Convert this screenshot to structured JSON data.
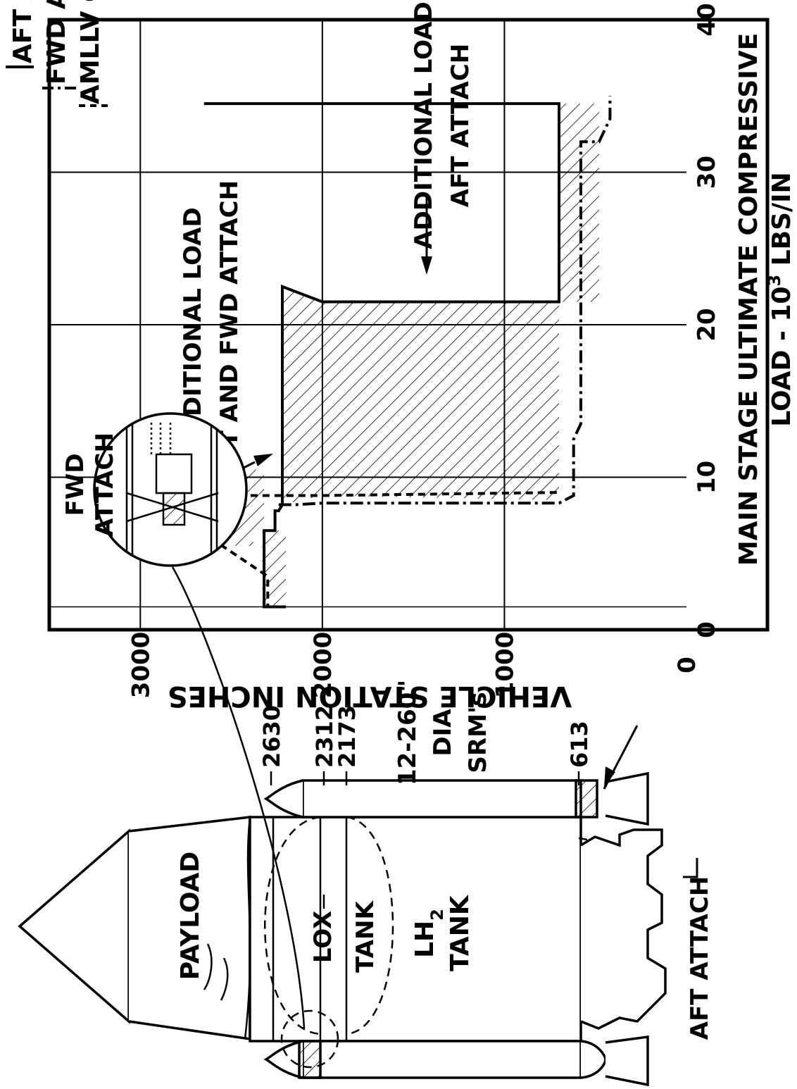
{
  "colors": {
    "ink": "#000000",
    "paper": "#ffffff"
  },
  "legend": {
    "aft": "AFT ATTACHMENT",
    "fwd": "FWD ATTACHMENT",
    "core": "AMLLV CORE"
  },
  "annotations": {
    "add_both_1": "ADDITIONAL LOAD",
    "add_both_2": "AFT AND FWD ATTACH",
    "add_aft_1": "ADDITIONAL LOAD",
    "add_aft_2": "AFT ATTACH"
  },
  "vehicle": {
    "payload": "PAYLOAD",
    "lox": "LOX",
    "tank": "TANK",
    "lh2_main": "LH",
    "lh2_sub": "2",
    "lh2_tank": "TANK",
    "srm_1": "12-260\"",
    "srm_2": "DIA",
    "srm_3": "SRM's",
    "aft_attach": "AFT ATTACH",
    "fwd_attach_1": "FWD",
    "fwd_attach_2": "ATTACH",
    "stations": [
      "2630",
      "2312",
      "2173",
      "613"
    ]
  },
  "chart_data": {
    "type": "line",
    "orientation": "rotated-90",
    "xlabel_1": "MAIN STAGE ULTIMATE COMPRESSIVE",
    "xlabel_2_pre": "LOAD - 10",
    "xlabel_2_sup": "3",
    "xlabel_2_post": " LBS/IN",
    "ylabel": "VEHICLE STATION INCHES",
    "xlim": [
      0,
      40
    ],
    "ylim": [
      0,
      3500
    ],
    "x_ticks": [
      "0",
      "10",
      "20",
      "30",
      "40"
    ],
    "y_ticks": [
      "0",
      "1000",
      "2000",
      "3000"
    ],
    "grid": true,
    "series": [
      {
        "name": "AFT ATTACHMENT",
        "style": "solid",
        "points": [
          [
            1.5,
            2200
          ],
          [
            1.5,
            2320
          ],
          [
            6.5,
            2320
          ],
          [
            6.5,
            2260
          ],
          [
            7.8,
            2260
          ],
          [
            7.8,
            2240
          ],
          [
            8.2,
            2220
          ],
          [
            22.5,
            2220
          ],
          [
            21.5,
            2000
          ],
          [
            21.5,
            700
          ],
          [
            34.5,
            700
          ],
          [
            34.5,
            2650
          ]
        ]
      },
      {
        "name": "FWD ATTACHMENT",
        "style": "dashdot",
        "points": [
          [
            8.2,
            2240
          ],
          [
            8.2,
            2150
          ],
          [
            8.3,
            2000
          ],
          [
            8.3,
            700
          ],
          [
            8.8,
            620
          ],
          [
            12.5,
            620
          ],
          [
            13.5,
            580
          ],
          [
            32,
            580
          ],
          [
            32,
            480
          ],
          [
            33.5,
            420
          ],
          [
            35,
            420
          ]
        ]
      },
      {
        "name": "AMLLV CORE",
        "style": "dashed",
        "points": [
          [
            1.5,
            2320
          ],
          [
            1.5,
            2300
          ],
          [
            3.5,
            2300
          ],
          [
            5.5,
            2550
          ],
          [
            8.8,
            2550
          ],
          [
            8.8,
            2320
          ],
          [
            8.8,
            2000
          ],
          [
            9.0,
            700
          ]
        ]
      }
    ],
    "hatched_regions": [
      {
        "points": [
          [
            5.5,
            2550
          ],
          [
            10.5,
            2550
          ],
          [
            10.5,
            2320
          ],
          [
            6.5,
            2320
          ],
          [
            6.5,
            2380
          ],
          [
            5.5,
            2380
          ]
        ]
      },
      {
        "points": [
          [
            1.5,
            2330
          ],
          [
            6.5,
            2330
          ],
          [
            6.5,
            2200
          ],
          [
            1.5,
            2200
          ]
        ]
      },
      {
        "points": [
          [
            8.2,
            2220
          ],
          [
            22.5,
            2220
          ],
          [
            21.5,
            2000
          ],
          [
            21.5,
            700
          ],
          [
            8.5,
            700
          ],
          [
            8.8,
            2000
          ]
        ]
      },
      {
        "points": [
          [
            21.5,
            700
          ],
          [
            34.5,
            700
          ],
          [
            34.5,
            480
          ],
          [
            21.5,
            480
          ]
        ]
      }
    ]
  }
}
